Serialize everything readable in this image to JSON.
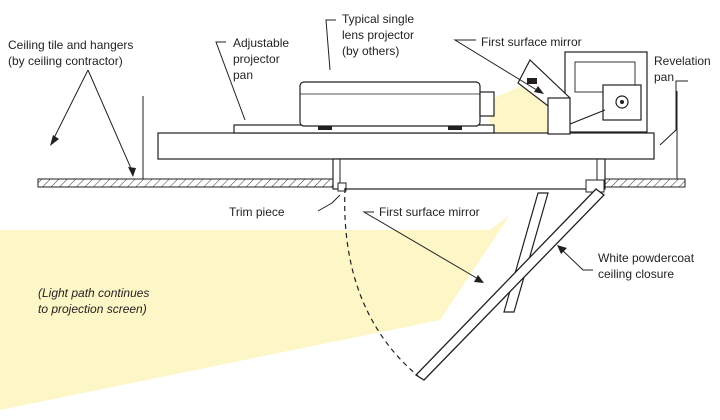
{
  "labels": {
    "ceiling_tile_1": "Ceiling tile and hangers",
    "ceiling_tile_2": "(by ceiling contractor)",
    "adjustable_1": "Adjustable",
    "adjustable_2": "projector",
    "adjustable_3": "pan",
    "typical_1": "Typical single",
    "typical_2": "lens projector",
    "typical_3": "(by others)",
    "first_mirror_top": "First surface mirror",
    "revelation_1": "Revelation",
    "revelation_2": "pan",
    "trim_piece": "Trim piece",
    "first_mirror_bottom": "First surface mirror",
    "white_1": "White powdercoat",
    "white_2": "ceiling closure",
    "light_note_1": "(Light path continues",
    "light_note_2": "to projection screen)"
  },
  "colors": {
    "light_beam": "#fdf6c6",
    "line": "#231f20",
    "hatch": "#231f20"
  }
}
